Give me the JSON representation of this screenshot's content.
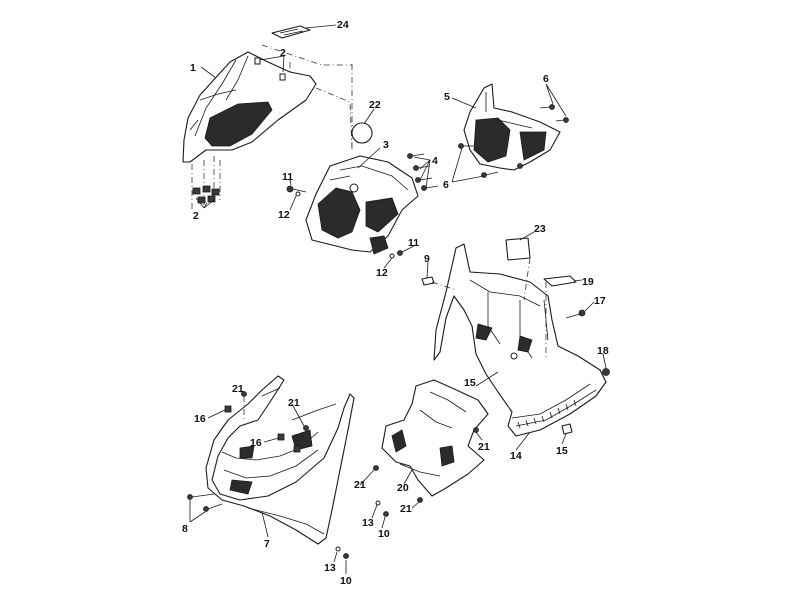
{
  "callouts": [
    {
      "id": "c1",
      "text": "1"
    },
    {
      "id": "c2a",
      "text": "2"
    },
    {
      "id": "c2b",
      "text": "2"
    },
    {
      "id": "c3",
      "text": "3"
    },
    {
      "id": "c4",
      "text": "4"
    },
    {
      "id": "c5",
      "text": "5"
    },
    {
      "id": "c6a",
      "text": "6"
    },
    {
      "id": "c6b",
      "text": "6"
    },
    {
      "id": "c7",
      "text": "7"
    },
    {
      "id": "c8",
      "text": "8"
    },
    {
      "id": "c9",
      "text": "9"
    },
    {
      "id": "c10a",
      "text": "10"
    },
    {
      "id": "c10b",
      "text": "10"
    },
    {
      "id": "c11a",
      "text": "11"
    },
    {
      "id": "c11b",
      "text": "11"
    },
    {
      "id": "c12a",
      "text": "12"
    },
    {
      "id": "c12b",
      "text": "12"
    },
    {
      "id": "c13a",
      "text": "13"
    },
    {
      "id": "c13b",
      "text": "13"
    },
    {
      "id": "c14",
      "text": "14"
    },
    {
      "id": "c15a",
      "text": "15"
    },
    {
      "id": "c15b",
      "text": "15"
    },
    {
      "id": "c16a",
      "text": "16"
    },
    {
      "id": "c16b",
      "text": "16"
    },
    {
      "id": "c17",
      "text": "17"
    },
    {
      "id": "c18",
      "text": "18"
    },
    {
      "id": "c19",
      "text": "19"
    },
    {
      "id": "c20",
      "text": "20"
    },
    {
      "id": "c21a",
      "text": "21"
    },
    {
      "id": "c21b",
      "text": "21"
    },
    {
      "id": "c21c",
      "text": "21"
    },
    {
      "id": "c21d",
      "text": "21"
    },
    {
      "id": "c21e",
      "text": "21"
    },
    {
      "id": "c22",
      "text": "22"
    },
    {
      "id": "c23",
      "text": "23"
    },
    {
      "id": "c24",
      "text": "24"
    }
  ]
}
